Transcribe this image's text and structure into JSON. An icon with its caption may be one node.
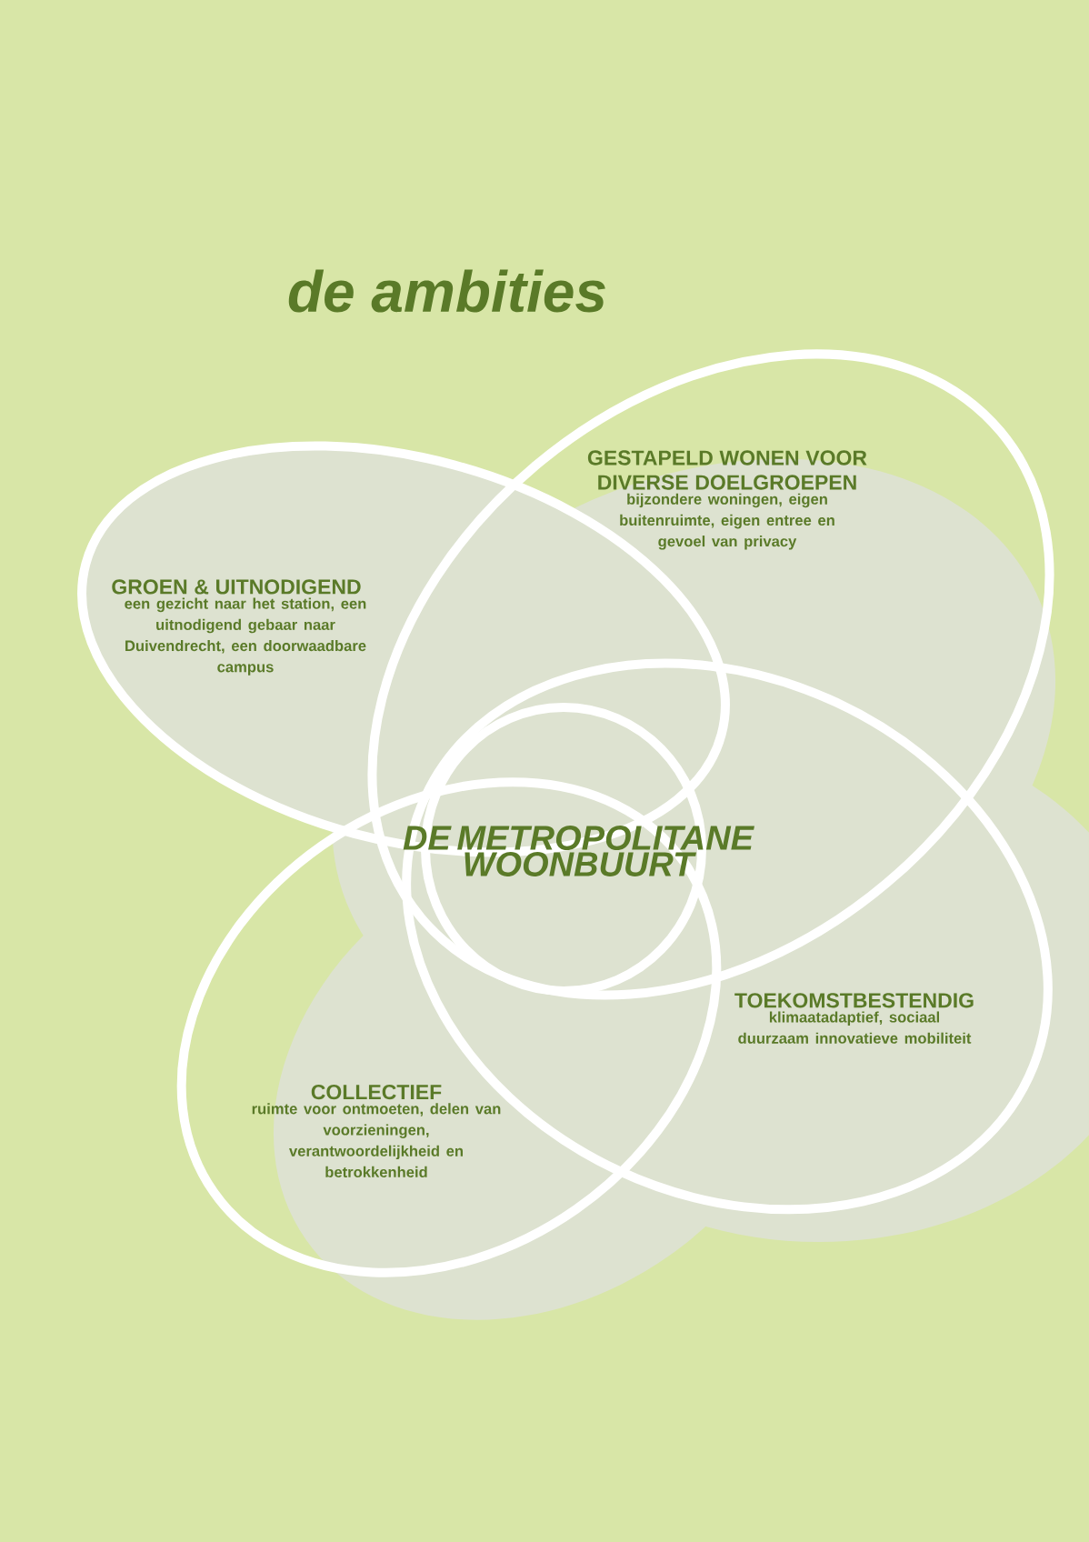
{
  "diagram": {
    "title": "de ambities",
    "nodes": [
      {
        "text": [
          "GROEN & UITNODIGEND",
          "een gezicht naar het station, een uitnodigend gebaar naar Duivendrecht, een doorwaadbare campus"
        ]
      },
      {
        "text": [
          "GESTAPELD WONEN VOOR DIVERSE DOELGROEPEN",
          "bijzondere woningen, eigen buitenruimte, eigen entree en gevoel van privacy"
        ]
      },
      {
        "text": [
          "TOEKOMSTBESTENDIG",
          "klimaatadaptief, sociaal duurzaam innovatieve mobiliteit"
        ]
      },
      {
        "text": [
          "COLLECTIEF",
          "ruimte voor ontmoeten, delen van voorzieningen, verantwoordelijkheid en betrokkenheid"
        ]
      },
      {
        "text": [
          "DE METROPOLITANE WOONBUURT"
        ]
      }
    ]
  }
}
